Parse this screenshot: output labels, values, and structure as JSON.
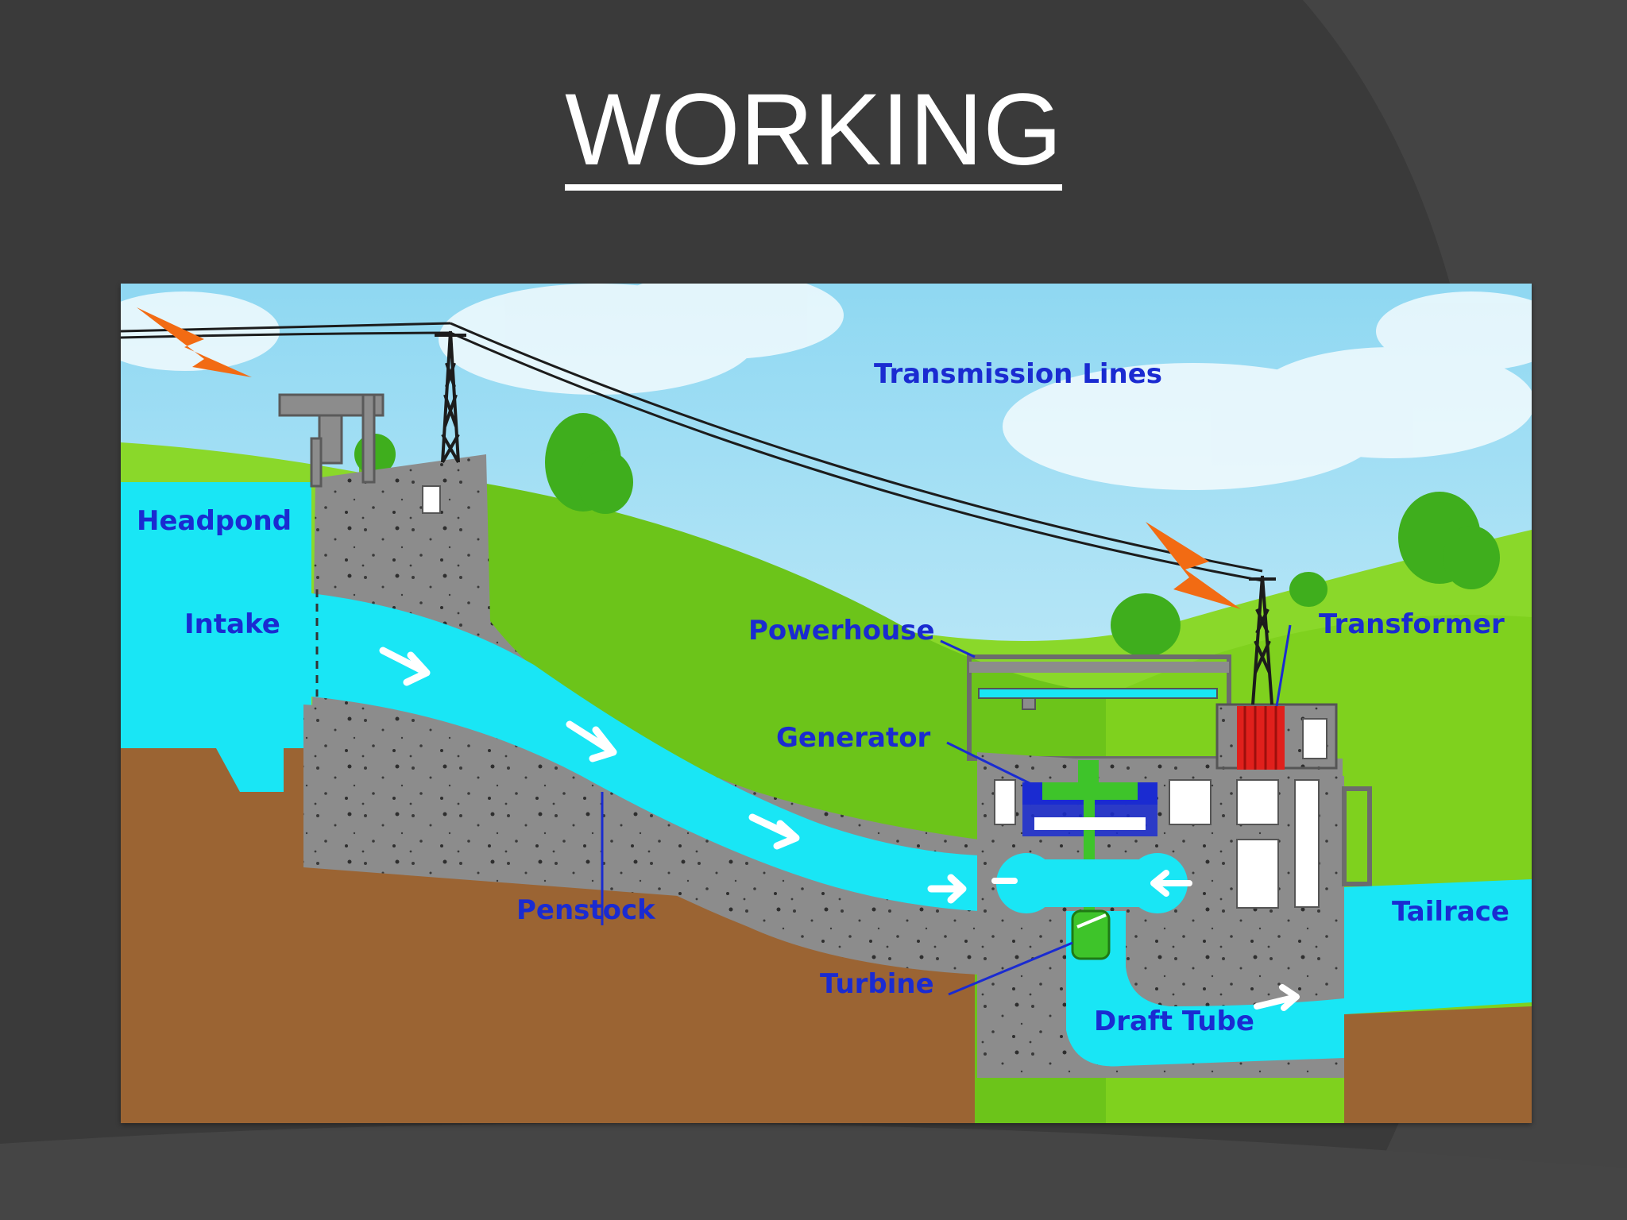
{
  "slide": {
    "title": "WORKING"
  },
  "diagram": {
    "labels": {
      "transmission_lines": "Transmission Lines",
      "headpond": "Headpond",
      "intake": "Intake",
      "powerhouse": "Powerhouse",
      "transformer": "Transformer",
      "generator": "Generator",
      "penstock": "Penstock",
      "tailrace": "Tailrace",
      "turbine": "Turbine",
      "draft_tube": "Draft Tube"
    },
    "colors": {
      "label": "#1a2bd1",
      "water": "#19e6f5",
      "concrete": "#8c8c8c",
      "ground": "#9b6433",
      "grass": "#7fd11e",
      "generator": "#3ec42a",
      "transformer": "#e0201c",
      "lightning": "#f26b13",
      "slide_background": "#3a3a3a"
    }
  }
}
